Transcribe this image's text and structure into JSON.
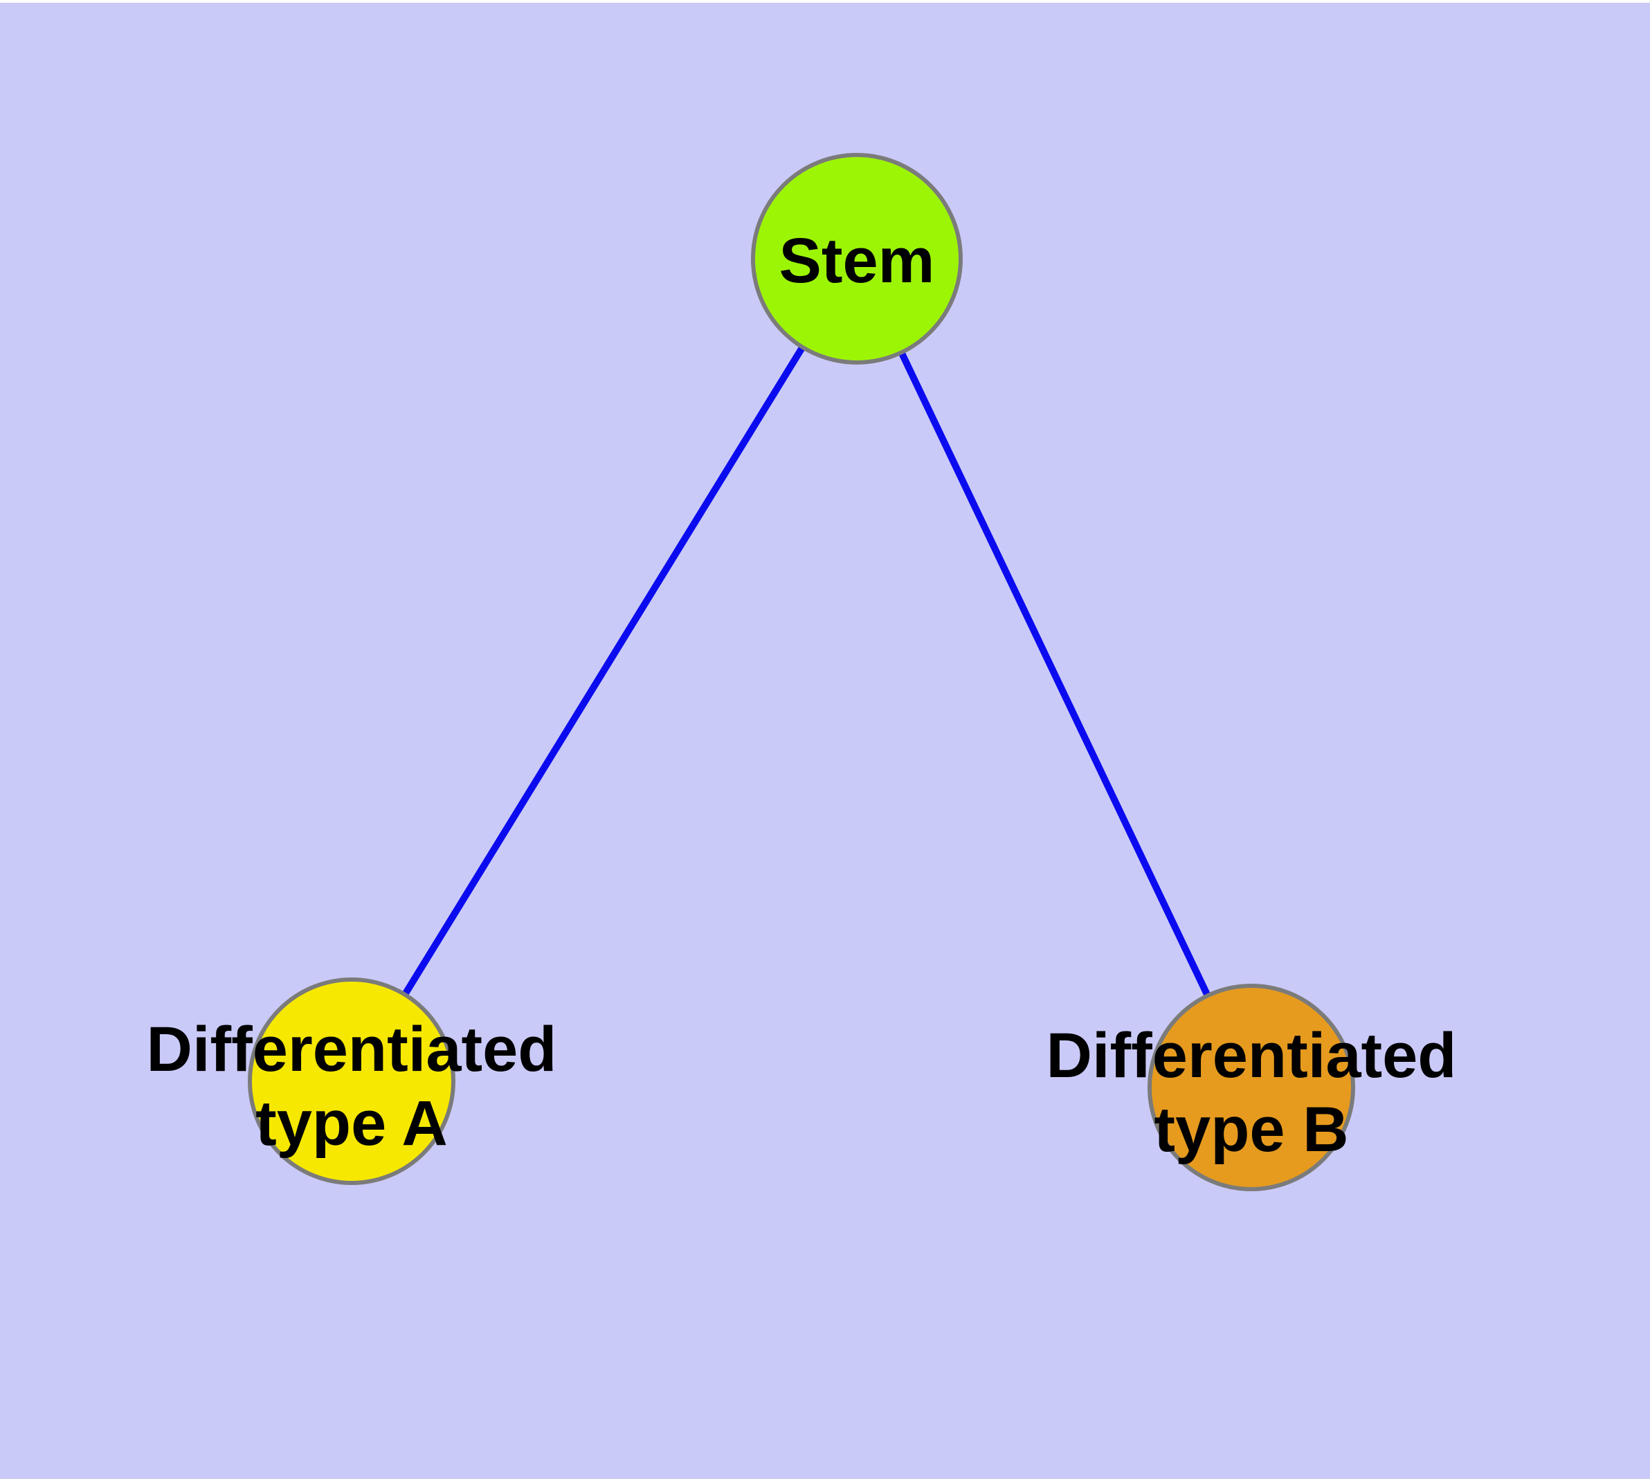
{
  "diagram": {
    "type": "graph",
    "description": "Stem cell differentiation tree: one stem node connected to two differentiated cell type nodes",
    "background_color": "#cacaf8",
    "edge_color": "#0b0bf0",
    "node_border_color": "#7b7b7b",
    "label_color": "#000000",
    "nodes": [
      {
        "id": "stem",
        "label": "Stem",
        "line1": "Stem",
        "line2": "",
        "fill": "#9df506"
      },
      {
        "id": "differentiated-type-a",
        "label": "Differentiated type A",
        "line1": "Differentiated",
        "line2": "type A",
        "fill": "#f6e800"
      },
      {
        "id": "differentiated-type-b",
        "label": "Differentiated type B",
        "line1": "Differentiated",
        "line2": "type B",
        "fill": "#e69b1e"
      }
    ],
    "edges": [
      {
        "from": "Stem",
        "to": "Differentiated type A"
      },
      {
        "from": "Stem",
        "to": "Differentiated type B"
      }
    ]
  }
}
